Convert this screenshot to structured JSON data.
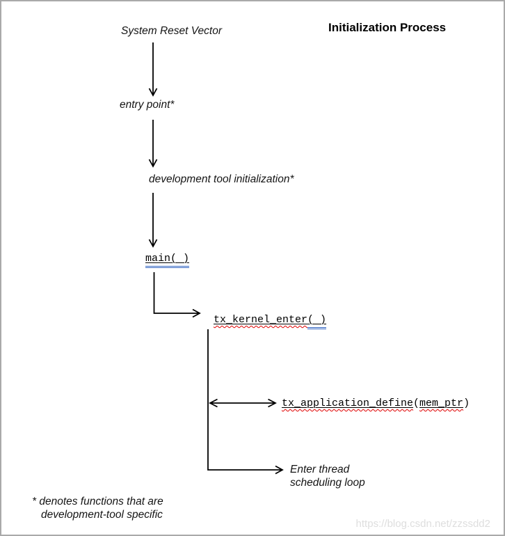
{
  "title": "Initialization Process",
  "nodes": {
    "system_reset_vector": "System Reset Vector",
    "entry_point": "entry point*",
    "dev_tool_init": "development tool initialization*",
    "main_fn": "main( )",
    "kernel_enter_name": "tx_kernel_enter",
    "kernel_enter_args": "( )",
    "app_define_name": "tx_application_define",
    "app_define_open": "(",
    "app_define_arg": "mem_ptr",
    "app_define_close": ")",
    "enter_thread_line1": "Enter thread",
    "enter_thread_line2": "scheduling loop"
  },
  "footnote": {
    "line1": "* denotes functions that are",
    "line2": "development-tool specific"
  },
  "watermark": "https://blog.csdn.net/zzssdd2",
  "colors": {
    "link_blue": "#2f62c1",
    "squiggle_red": "#e00000",
    "watermark_gray": "#dedede",
    "border_gray": "#a9a9a9",
    "line_black": "#000000"
  }
}
